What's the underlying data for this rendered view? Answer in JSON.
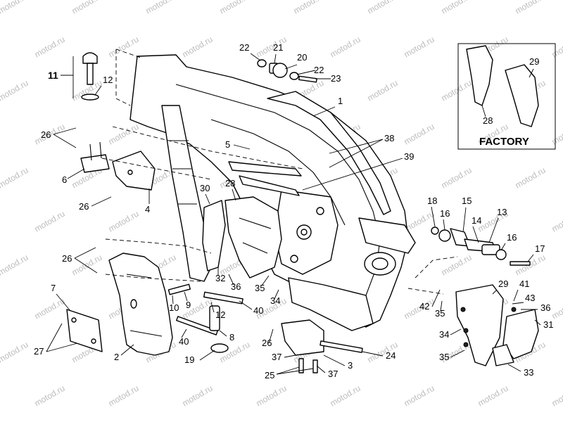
{
  "watermark": "motod.ru",
  "factory": {
    "label": "FACTORY"
  },
  "callouts": {
    "c1": "1",
    "c2": "2",
    "c3": "3",
    "c4": "4",
    "c5": "5",
    "c6": "6",
    "c7": "7",
    "c8": "8",
    "c9": "9",
    "c10": "10",
    "c11": "11",
    "c12a": "12",
    "c12b": "12",
    "c13": "13",
    "c14": "14",
    "c15": "15",
    "c16a": "16",
    "c16b": "16",
    "c17": "17",
    "c18": "18",
    "c19": "19",
    "c20": "20",
    "c21": "21",
    "c22a": "22",
    "c22b": "22",
    "c23": "23",
    "c24": "24",
    "c25": "25",
    "c26a": "26",
    "c26b": "26",
    "c26c": "26",
    "c26d": "26",
    "c27": "27",
    "c28a": "28",
    "c28b": "28",
    "c29a": "29",
    "c29b": "29",
    "c30": "30",
    "c31": "31",
    "c32": "32",
    "c33": "33",
    "c34a": "34",
    "c34b": "34",
    "c35a": "35",
    "c35b": "35",
    "c35c": "35",
    "c36a": "36",
    "c36b": "36",
    "c37a": "37",
    "c37b": "37",
    "c38": "38",
    "c39": "39",
    "c40a": "40",
    "c40b": "40",
    "c41": "41",
    "c42": "42",
    "c43": "43"
  }
}
